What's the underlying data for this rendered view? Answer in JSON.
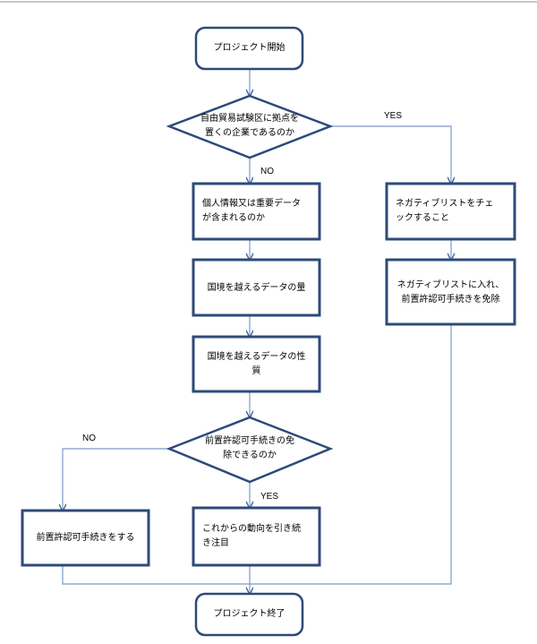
{
  "nodes": {
    "start": "プロジェクト開始",
    "decision_ftz": "自由貿易試験区に拠点を\n置くの企業であるのか",
    "personal_info": "個人情報又は重要データ\nが含まれるのか",
    "data_volume": "国境を越えるデータの量",
    "data_nature": "国境を越えるデータの性\n質",
    "decision_exempt": "前置許認可手続きの免\n除できるのか",
    "do_permit": "前置許認可手続きをする",
    "watch_trend": "これからの動向を引き続\nき注目",
    "check_negative": "ネガティブリストをチェ\nックすること",
    "negative_exempt": "ネガティブリストに入れ、\n前置許認可手続きを免除",
    "end": "プロジェクト終了"
  },
  "edges": {
    "ftz_yes": "YES",
    "ftz_no": "NO",
    "exempt_no": "NO",
    "exempt_yes": "YES"
  },
  "colors": {
    "box_border": "#2e4a78",
    "arrow": "#7a9ac8",
    "arrowhead": "#3b5f99"
  }
}
